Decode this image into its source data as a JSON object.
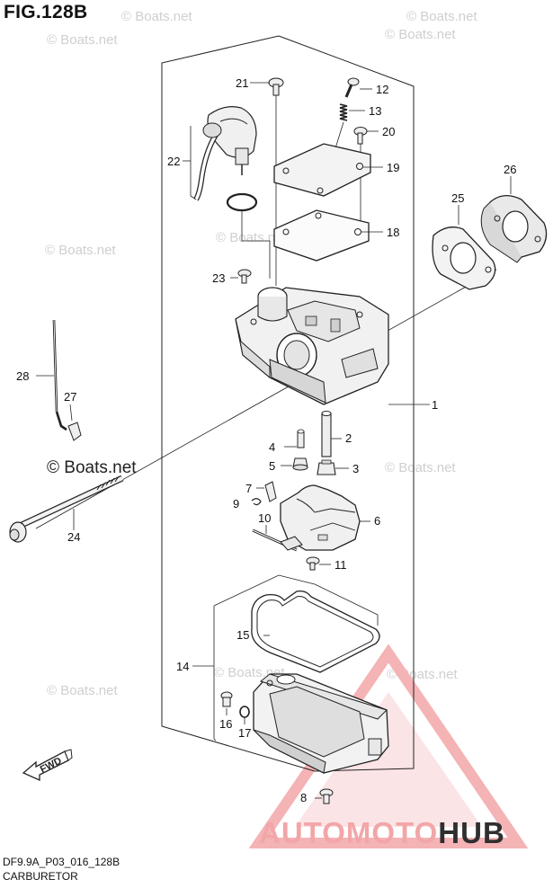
{
  "figure": {
    "title": "FIG.128B",
    "code": "DF9.9A_P03_016_128B",
    "name": "CARBURETOR"
  },
  "watermark": {
    "text": "© Boats.net",
    "color": "#cfcfcf"
  },
  "brand": {
    "part1": "AUTOMOTO",
    "part2": "HUB",
    "color_light": "#f2a6a8",
    "color_dark": "#2f2f2f"
  },
  "fwd_label": "FWD",
  "callouts": [
    {
      "id": "1",
      "label": "1"
    },
    {
      "id": "2",
      "label": "2"
    },
    {
      "id": "3",
      "label": "3"
    },
    {
      "id": "4",
      "label": "4"
    },
    {
      "id": "5",
      "label": "5"
    },
    {
      "id": "6",
      "label": "6"
    },
    {
      "id": "7",
      "label": "7"
    },
    {
      "id": "8",
      "label": "8"
    },
    {
      "id": "9",
      "label": "9"
    },
    {
      "id": "10",
      "label": "10"
    },
    {
      "id": "11",
      "label": "11"
    },
    {
      "id": "12",
      "label": "12"
    },
    {
      "id": "13",
      "label": "13"
    },
    {
      "id": "14",
      "label": "14"
    },
    {
      "id": "15",
      "label": "15"
    },
    {
      "id": "16",
      "label": "16"
    },
    {
      "id": "17",
      "label": "17"
    },
    {
      "id": "18",
      "label": "18"
    },
    {
      "id": "19",
      "label": "19"
    },
    {
      "id": "20",
      "label": "20"
    },
    {
      "id": "21",
      "label": "21"
    },
    {
      "id": "22",
      "label": "22"
    },
    {
      "id": "23",
      "label": "23"
    },
    {
      "id": "24",
      "label": "24"
    },
    {
      "id": "25",
      "label": "25"
    },
    {
      "id": "26",
      "label": "26"
    },
    {
      "id": "27",
      "label": "27"
    },
    {
      "id": "28",
      "label": "28"
    }
  ]
}
